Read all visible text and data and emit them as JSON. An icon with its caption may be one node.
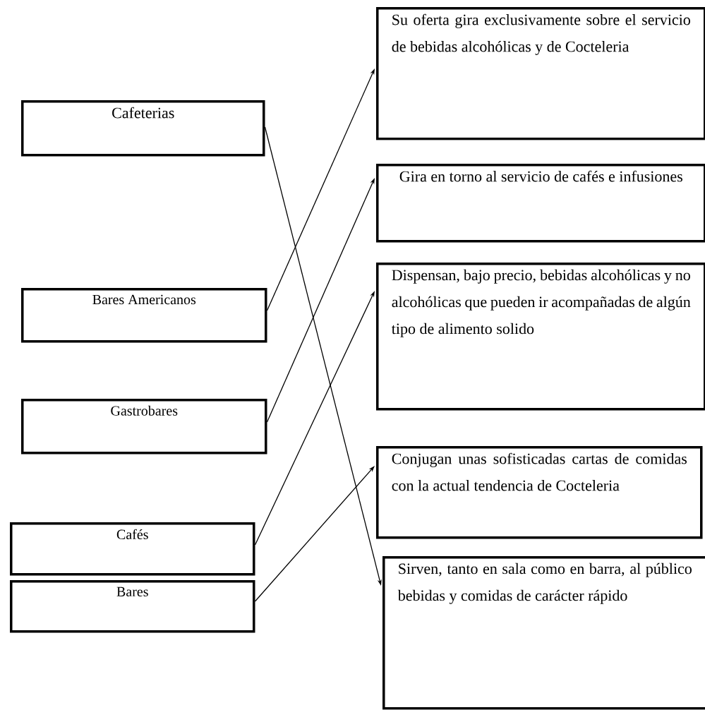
{
  "diagram": {
    "nodes": [
      {
        "text": [
          "Cafeterias"
        ]
      },
      {
        "text": [
          "Bares Americanos"
        ]
      },
      {
        "text": [
          "Gastrobares"
        ]
      },
      {
        "text": [
          "Cafés"
        ]
      },
      {
        "text": [
          "Bares"
        ]
      },
      {
        "text": [
          "Su oferta gira exclusivamente sobre el servicio de bebidas alcohólicas y de Cocteleria"
        ]
      },
      {
        "text": [
          "Gira en torno al servicio de cafés e infusiones"
        ]
      },
      {
        "text": [
          "Dispensan, bajo precio, bebidas alcohólicas y no alcohólicas que pueden ir acompañadas de algún tipo de alimento solido"
        ]
      },
      {
        "text": [
          "Conjugan unas sofisticadas cartas de comidas con la actual tendencia de Cocteleria"
        ]
      },
      {
        "text": [
          "Sirven, tanto en sala como en barra, al público bebidas y comidas de carácter rápido"
        ]
      }
    ],
    "edges": [
      {
        "from": 0,
        "to": 9,
        "arrow": "to"
      },
      {
        "from": 1,
        "to": 5,
        "arrow": "to"
      },
      {
        "from": 2,
        "to": 6,
        "arrow": "to"
      },
      {
        "from": 3,
        "to": 7,
        "arrow": "to"
      },
      {
        "from": 4,
        "to": 8,
        "arrow": "to"
      }
    ]
  }
}
